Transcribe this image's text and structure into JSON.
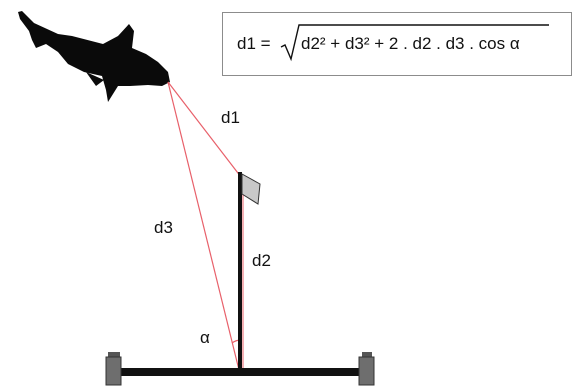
{
  "formula": {
    "lhs": "d1 = ",
    "radicand": "d2² + d3² + 2 . d2 . d3 . cos α"
  },
  "labels": {
    "d1": "d1",
    "d2": "d2",
    "d3": "d3",
    "alpha": "α"
  },
  "colors": {
    "line": "#e8606a",
    "structure": "#111111",
    "flag": "#c8c8c8",
    "feet": "#6e6e6e",
    "shark": "#0a0a0a"
  },
  "icons": {
    "shark": "shark-silhouette-icon",
    "flag": "receiver-flag-icon"
  }
}
